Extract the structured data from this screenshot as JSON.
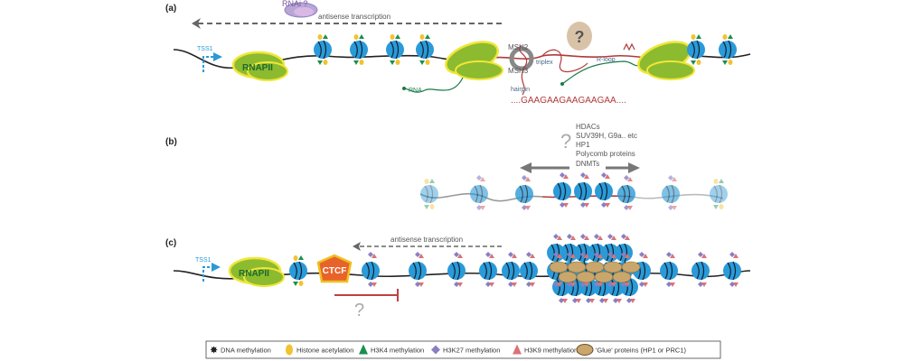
{
  "panels": {
    "a": {
      "label": "(a)",
      "rnai": "RNAi ?",
      "antisense": "antisense transcription",
      "tss": "TSS1",
      "rnapii": "RNAPII",
      "msh2": "MSH2",
      "msh3": "MSH3",
      "triplex": "triplex",
      "rloop": "R-loop",
      "hairpin": "hairpin",
      "rna": "RNA",
      "question": "?",
      "repeat": "....GAAGAAGAAGAAGAA...."
    },
    "b": {
      "label": "(b)",
      "question": "?",
      "factors": [
        "HDACs",
        "SUV39H, G9a.. etc",
        "HP1",
        "Polycomb proteins",
        "DNMTs"
      ]
    },
    "c": {
      "label": "(c)",
      "antisense": "antisense transcription",
      "tss": "TSS1",
      "rnapii": "RNAPII",
      "ctcf": "CTCF",
      "question": "?"
    }
  },
  "legend": [
    {
      "label": "DNA methylation",
      "icon": "star",
      "color": "#222222"
    },
    {
      "label": "Histone acetylation",
      "icon": "oval",
      "color": "#f2c230"
    },
    {
      "label": "H3K4 methylation",
      "icon": "triangle",
      "color": "#1a8f4e"
    },
    {
      "label": "H3K27 methylation",
      "icon": "diamond",
      "color": "#8a7fc0"
    },
    {
      "label": "H3K9 methylation",
      "icon": "triangle",
      "color": "#d9737a"
    },
    {
      "label": "'Glue' proteins (HP1 or PRC1)",
      "icon": "bean",
      "color": "#c9a66b"
    }
  ],
  "colors": {
    "nucleosome": "#2a9ad8",
    "rnapii": "#8dbb2f",
    "rnapii_outline": "#f0e63a",
    "repeat": "#b03a3a",
    "tss": "#2a9ad8",
    "rna": "#1a7a4a",
    "ctcf": "#e8632a"
  }
}
